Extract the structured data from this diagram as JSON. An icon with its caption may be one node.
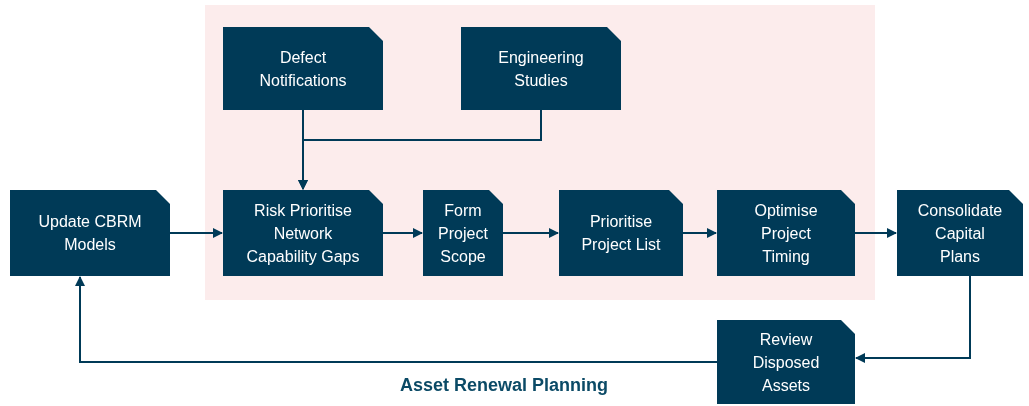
{
  "diagram": {
    "title": "Asset Renewal Planning",
    "nodes": [
      {
        "text": [],
        "shape": "box"
      },
      {
        "text": [
          "Defect Notifications"
        ],
        "in": 0
      },
      {
        "text": [
          "Engineering Studies"
        ],
        "in": 0
      },
      {
        "text": [
          "Update CBRM Models"
        ]
      },
      {
        "text": [
          "Risk Prioritise Network Capability Gaps"
        ],
        "in": 0
      },
      {
        "text": [
          "Form Project Scope"
        ],
        "in": 0
      },
      {
        "text": [
          "Prioritise Project List"
        ],
        "in": 0
      },
      {
        "text": [
          "Optimise Project Timing"
        ],
        "in": 0
      },
      {
        "text": [
          "Consolidate Capital Plans"
        ]
      },
      {
        "text": [
          "Review Disposed Assets"
        ]
      }
    ],
    "edges": [
      {
        "from": 1,
        "to": 4,
        "arrow": "to"
      },
      {
        "from": 2,
        "to": 4,
        "arrow": "to"
      },
      {
        "from": 3,
        "to": 4,
        "arrow": "to"
      },
      {
        "from": 4,
        "to": 5,
        "arrow": "to"
      },
      {
        "from": 5,
        "to": 6,
        "arrow": "to"
      },
      {
        "from": 6,
        "to": 7,
        "arrow": "to"
      },
      {
        "from": 7,
        "to": 8,
        "arrow": "to"
      },
      {
        "from": 8,
        "to": 9,
        "arrow": "to"
      },
      {
        "from": 9,
        "to": 3,
        "arrow": "to"
      }
    ]
  }
}
